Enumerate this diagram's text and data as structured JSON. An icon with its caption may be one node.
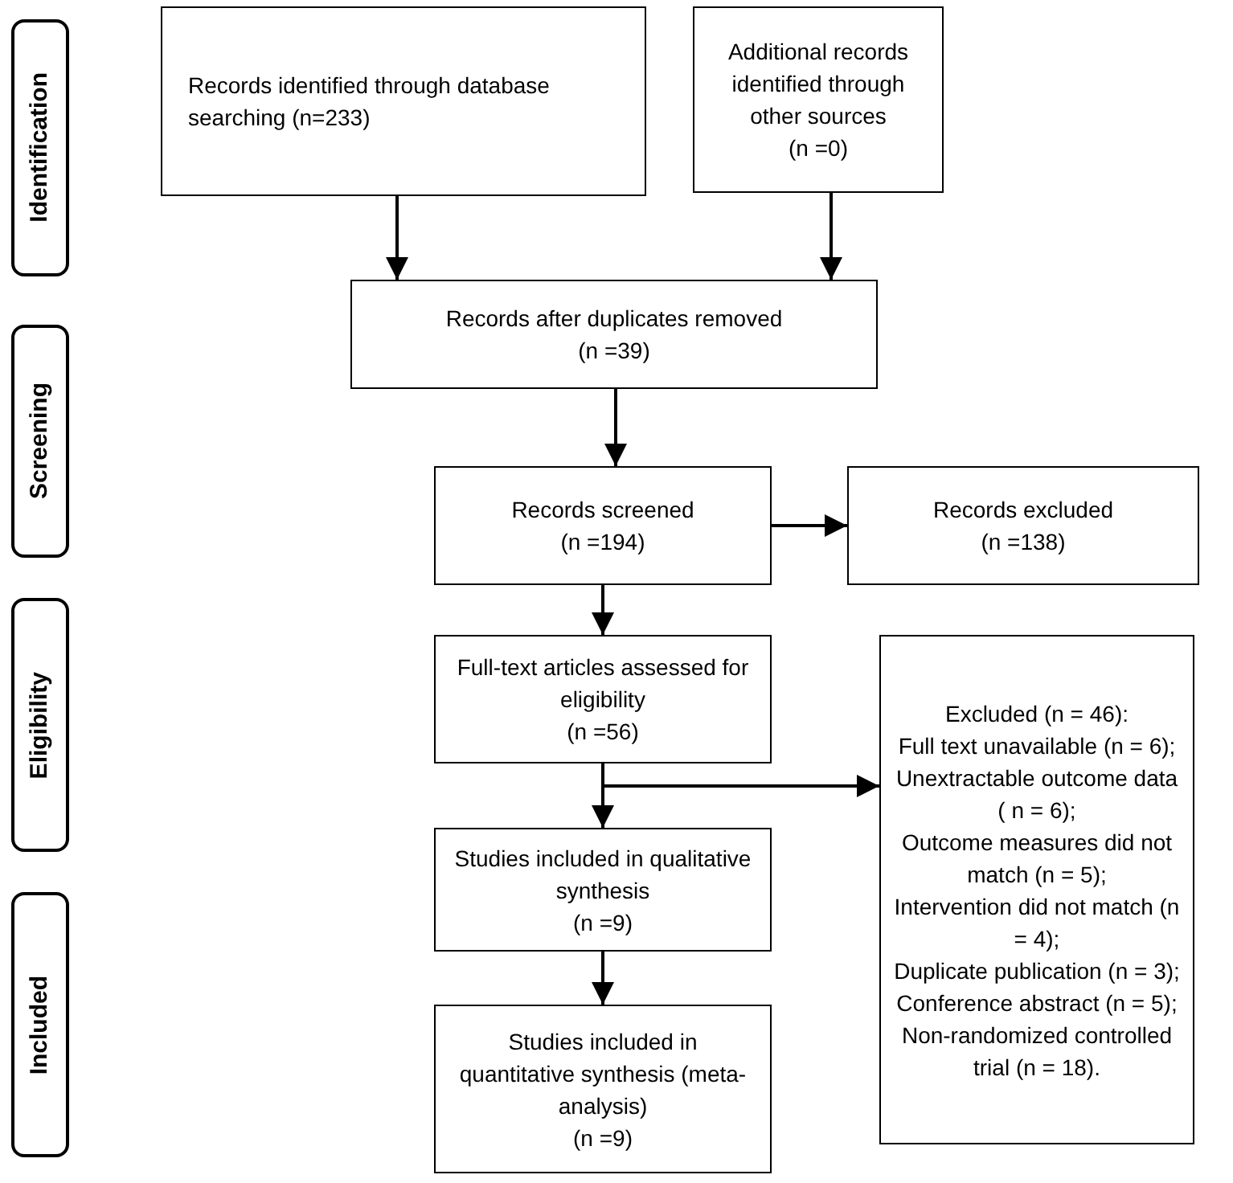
{
  "diagram": {
    "nodes": [
      {
        "text": [
          "Identification"
        ]
      },
      {
        "text": [
          "Screening"
        ]
      },
      {
        "text": [
          "Eligibility"
        ]
      },
      {
        "text": [
          "Included"
        ]
      },
      {
        "text": [
          "Records identified through database searching (n=233)"
        ]
      },
      {
        "text": [
          "Additional records identified through other sources",
          "(n =0)"
        ]
      },
      {
        "text": [
          "Records after duplicates removed",
          "(n =39)"
        ]
      },
      {
        "text": [
          "Records screened",
          "(n =194)"
        ]
      },
      {
        "text": [
          "Records excluded",
          "(n =138)"
        ]
      },
      {
        "text": [
          "Full-text articles assessed for eligibility",
          "(n =56)"
        ]
      },
      {
        "text": [
          "Excluded (n = 46):",
          "Full text unavailable (n = 6);",
          "Unextractable outcome data ( n = 6);",
          "Outcome measures did not match (n = 5);",
          "Intervention did not match (n = 4);",
          "Duplicate publication (n = 3);",
          "Conference abstract (n = 5);",
          "Non-randomized controlled trial (n = 18)."
        ]
      },
      {
        "text": [
          "Studies included in qualitative synthesis",
          "(n =9)"
        ]
      },
      {
        "text": [
          "Studies included in quantitative synthesis (meta-analysis)",
          "(n =9)"
        ]
      }
    ],
    "edges": [
      {
        "from": 4,
        "to": 6,
        "arrow": "to"
      },
      {
        "from": 5,
        "to": 6,
        "arrow": "to"
      },
      {
        "from": 6,
        "to": 7,
        "arrow": "to"
      },
      {
        "from": 7,
        "to": 8,
        "arrow": "to"
      },
      {
        "from": 7,
        "to": 9,
        "arrow": "to"
      },
      {
        "from": 9,
        "to": 11,
        "arrow": "to"
      },
      {
        "from": 9,
        "to": 10,
        "arrow": "to"
      },
      {
        "from": 11,
        "to": 12,
        "arrow": "to"
      }
    ]
  }
}
